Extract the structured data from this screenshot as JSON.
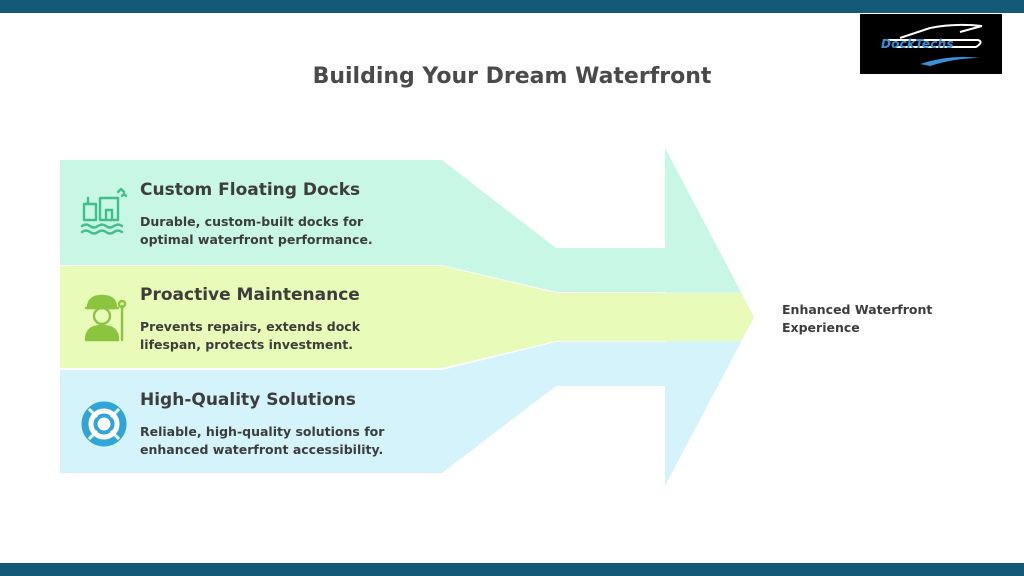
{
  "title": "Building Your Dream Waterfront",
  "logo": {
    "text": "DockTechs"
  },
  "items": [
    {
      "title": "Custom Floating Docks",
      "description_line1": "Durable, custom-built docks for",
      "description_line2": "optimal waterfront performance.",
      "icon": "floating-dock-icon",
      "color": "#c8f7e5"
    },
    {
      "title": "Proactive Maintenance",
      "description_line1": "Prevents repairs, extends dock",
      "description_line2": "lifespan, protects investment.",
      "icon": "maintenance-worker-icon",
      "color": "#e8fbb8"
    },
    {
      "title": "High-Quality Solutions",
      "description_line1": "Reliable, high-quality solutions for",
      "description_line2": "enhanced waterfront accessibility.",
      "icon": "lifebuoy-icon",
      "color": "#d4f3fb"
    }
  ],
  "outcome": {
    "line1": "Enhanced Waterfront",
    "line2": "Experience"
  },
  "colors": {
    "bar": "#135a78",
    "icon_green": "#3fbf8a",
    "icon_lime": "#8cc43f",
    "icon_blue": "#2fa6d6"
  }
}
